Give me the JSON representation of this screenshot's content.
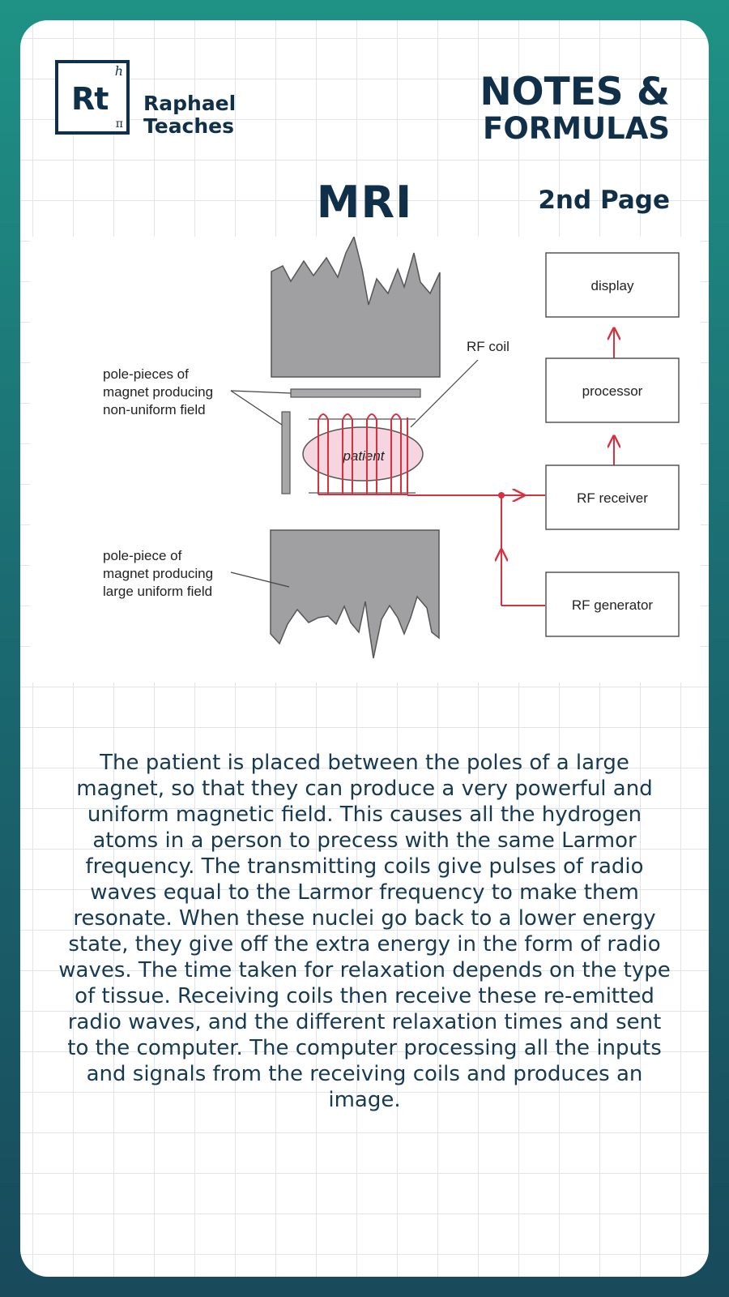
{
  "logo": {
    "letters": "Rt",
    "superscript": "h",
    "subscript": "π",
    "brand_line1": "Raphael",
    "brand_line2": "Teaches"
  },
  "header": {
    "title_line1": "NOTES &",
    "title_line2": "FORMULAS",
    "topic": "MRI",
    "page_label": "2nd Page"
  },
  "diagram": {
    "labels": {
      "rf_coil": "RF coil",
      "pole_pieces_nonuniform": [
        "pole-pieces of",
        "magnet producing",
        "non-uniform field"
      ],
      "pole_piece_uniform": [
        "pole-piece of",
        "magnet producing",
        "large uniform field"
      ],
      "patient": "patient"
    },
    "boxes": {
      "display": "display",
      "processor": "processor",
      "rf_receiver": "RF receiver",
      "rf_generator": "RF generator"
    },
    "colors": {
      "magnet": "#a0a0a2",
      "signal": "#d9303f",
      "patient_fill": "#f6d5e1"
    }
  },
  "body_text": "The patient is placed between the poles of a large magnet, so that they can produce a very powerful and uniform magnetic field. This causes all the hydrogen atoms in a person to precess with the same Larmor frequency. The transmitting coils give pulses of radio waves equal to the Larmor frequency to make them resonate. When these nuclei go back to a lower energy state, they give off the extra energy in the form of radio waves. The time taken for relaxation depends on the type of tissue. Receiving coils then receive these re-emitted radio waves, and the different relaxation times and sent to the computer. The computer processing all the inputs and signals from the receiving coils and produces an image.",
  "colors": {
    "primary": "#10304a",
    "background_top": "#1f9285",
    "background_bottom": "#184a5c",
    "grid": "#e1e4e8"
  }
}
